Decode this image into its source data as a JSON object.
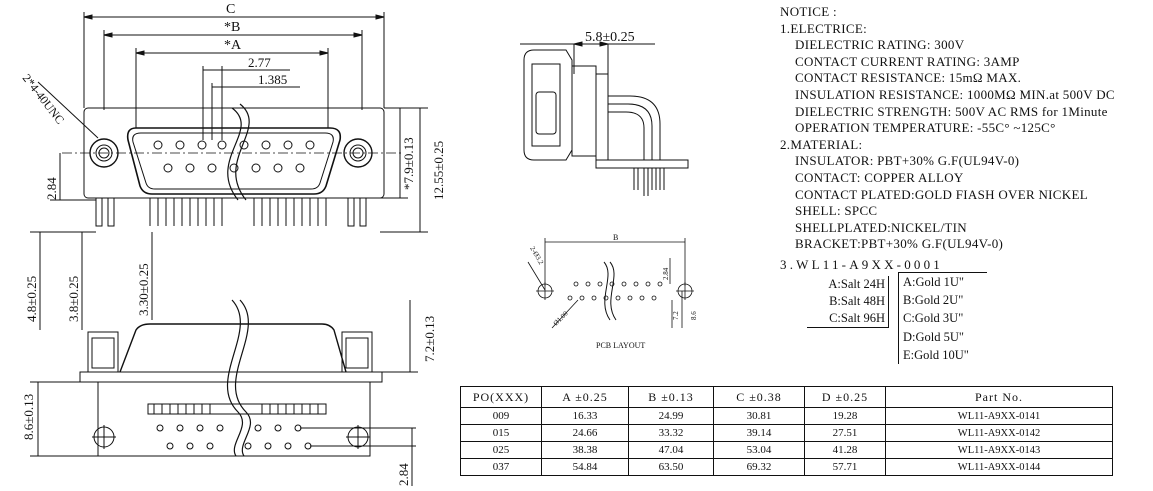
{
  "drawing": {
    "front_view": {
      "dim_c": "C",
      "dim_b": "*B",
      "dim_a": "*A",
      "dim_pitch": "2.77",
      "dim_half_pitch": "1.385",
      "thread_callout": "2*4-40UNC",
      "dim_height_shell": "*7.9±0.13",
      "dim_height_total": "12.55±0.25",
      "dim_offset": "2.84"
    },
    "side_view": {
      "dim_left_outer": "4.8±0.25",
      "dim_left_mid": "3.8±0.25",
      "dim_left_inner": "3.30±0.25",
      "dim_right": "7.2±0.13",
      "dim_bottom_left": "8.6±0.13",
      "dim_bottom": "2.84"
    },
    "profile_view": {
      "dim_top": "5.8±0.25"
    },
    "pcb_layout": {
      "caption": "PCB LAYOUT",
      "dim_b": "B",
      "dim_hole": "2-Ø3.2",
      "dim_pin_hole": "Ø1.00",
      "dim_284": "2.84",
      "dim_72": "7.2",
      "dim_86": "8.6"
    }
  },
  "notice": {
    "title": "NOTICE :",
    "electric_heading": "1.ELECTRICE:",
    "electric_items": [
      "DIELECTRIC RATING: 300V",
      "CONTACT CURRENT RATING: 3AMP",
      "CONTACT RESISTANCE: 15mΩ MAX.",
      "INSULATION RESISTANCE: 1000MΩ MIN.at 500V DC",
      "DIELECTRIC STRENGTH: 500V AC RMS for 1Minute",
      "OPERATION TEMPERATURE: -55C° ~125C°"
    ],
    "material_heading": "2.MATERIAL:",
    "material_items": [
      "INSULATOR: PBT+30% G.F(UL94V-0)",
      "CONTACT: COPPER ALLOY",
      "CONTACT PLATED:GOLD FIASH OVER NICKEL",
      "SHELL: SPCC",
      "SHELLPLATED:NICKEL/TIN",
      "BRACKET:PBT+30% G.F(UL94V-0)"
    ]
  },
  "part_number": {
    "code": "3.WL11-A9XX-0001",
    "salt_options": [
      "A:Salt 24H",
      "B:Salt 48H",
      "C:Salt 96H"
    ],
    "gold_options": [
      "A:Gold 1U\"",
      "B:Gold 2U\"",
      "C:Gold 3U\"",
      "D:Gold 5U\"",
      "E:Gold 10U\""
    ]
  },
  "table": {
    "headers": [
      "PO(XXX)",
      "A ±0.25",
      "B ±0.13",
      "C ±0.38",
      "D ±0.25",
      "Part No."
    ],
    "rows": [
      [
        "009",
        "16.33",
        "24.99",
        "30.81",
        "19.28",
        "WL11-A9XX-0141"
      ],
      [
        "015",
        "24.66",
        "33.32",
        "39.14",
        "27.51",
        "WL11-A9XX-0142"
      ],
      [
        "025",
        "38.38",
        "47.04",
        "53.04",
        "41.28",
        "WL11-A9XX-0143"
      ],
      [
        "037",
        "54.84",
        "63.50",
        "69.32",
        "57.71",
        "WL11-A9XX-0144"
      ]
    ]
  }
}
